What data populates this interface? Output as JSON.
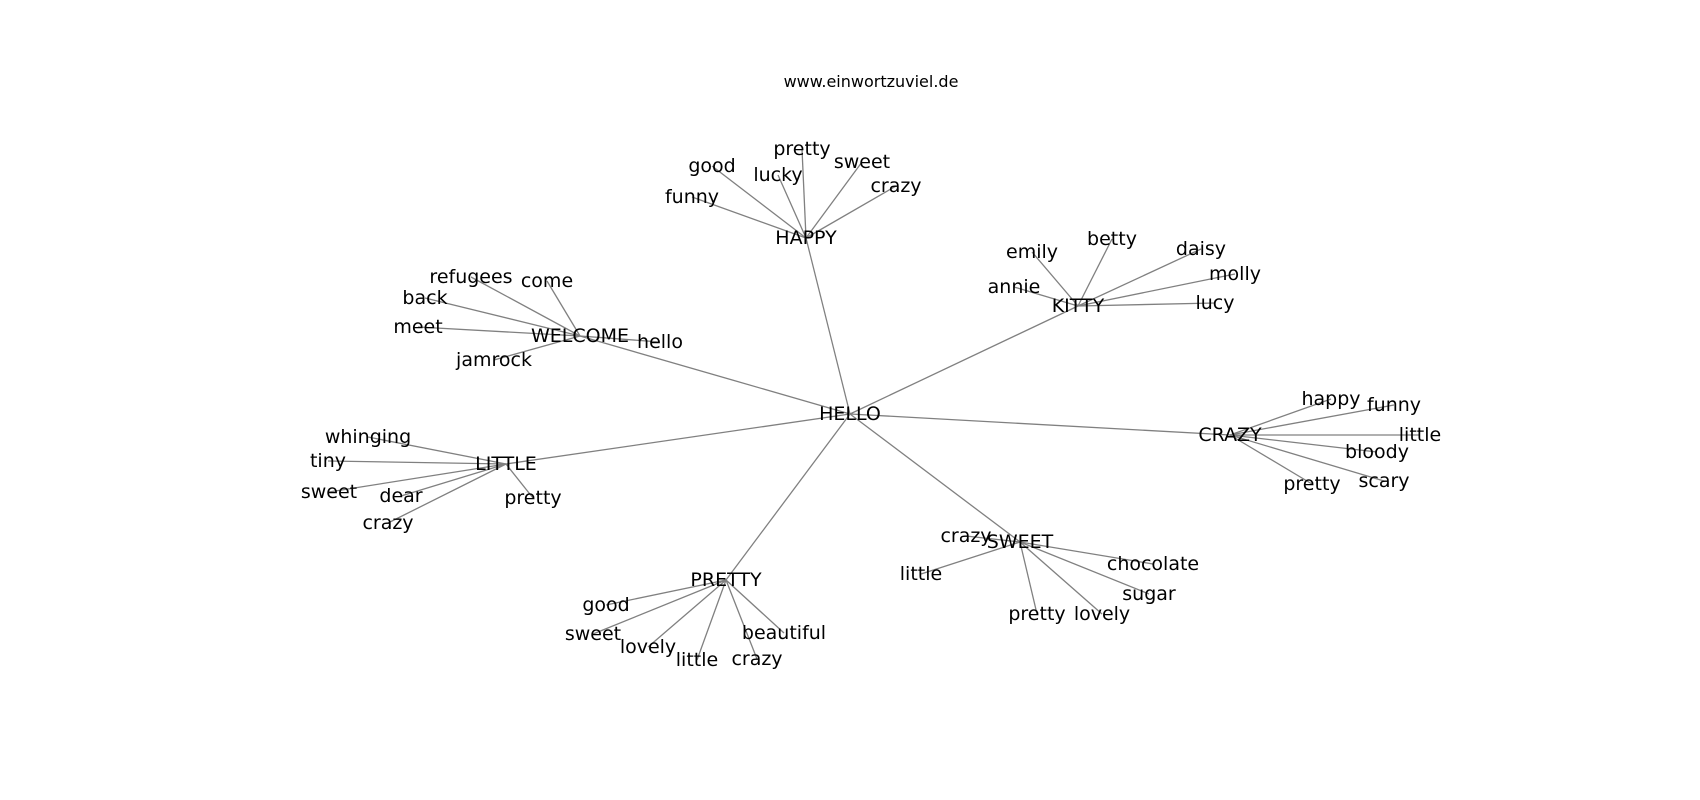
{
  "title": "www.einwortzuviel.de",
  "root": "HELLO",
  "clusters": [
    {
      "hub": "HAPPY",
      "leaves": [
        "funny",
        "good",
        "lucky",
        "pretty",
        "sweet",
        "crazy"
      ]
    },
    {
      "hub": "KITTY",
      "leaves": [
        "emily",
        "annie",
        "betty",
        "daisy",
        "molly",
        "lucy"
      ]
    },
    {
      "hub": "WELCOME",
      "leaves": [
        "refugees",
        "come",
        "back",
        "meet",
        "jamrock",
        "hello"
      ]
    },
    {
      "hub": "LITTLE",
      "leaves": [
        "whinging",
        "tiny",
        "sweet",
        "dear",
        "pretty",
        "crazy"
      ]
    },
    {
      "hub": "CRAZY",
      "leaves": [
        "happy",
        "funny",
        "little",
        "bloody",
        "scary",
        "pretty"
      ]
    },
    {
      "hub": "SWEET",
      "leaves": [
        "crazy",
        "little",
        "chocolate",
        "sugar",
        "pretty",
        "lovely"
      ]
    },
    {
      "hub": "PRETTY",
      "leaves": [
        "good",
        "sweet",
        "lovely",
        "little",
        "crazy",
        "beautiful"
      ]
    }
  ]
}
